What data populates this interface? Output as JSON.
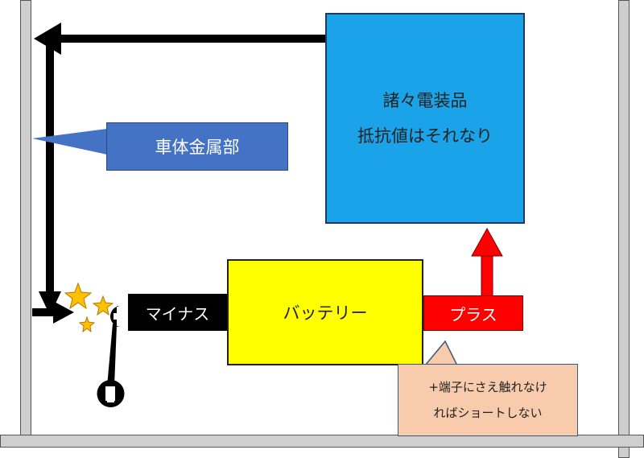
{
  "colors": {
    "electrical_fill": "#1aa3e8",
    "body_label_fill": "#4472c4",
    "battery_fill": "#ffff00",
    "plus_fill": "#ff0000",
    "note_fill": "#f8cbad",
    "star_fill": "#ffc000",
    "arrow_color": "#000000"
  },
  "icons": [
    "star-icon",
    "wrench-icon",
    "arrow-icon"
  ],
  "electrical": {
    "line1": "諸々電装品",
    "line2": "抵抗値はそれなり"
  },
  "body_metal": {
    "label": "車体金属部"
  },
  "battery": {
    "label": "バッテリー"
  },
  "minus_terminal": {
    "label": "マイナス"
  },
  "plus_terminal": {
    "label": "プラス"
  },
  "note": {
    "line1": "+端子にさえ触れなけ",
    "line2": "ればショートしない"
  }
}
